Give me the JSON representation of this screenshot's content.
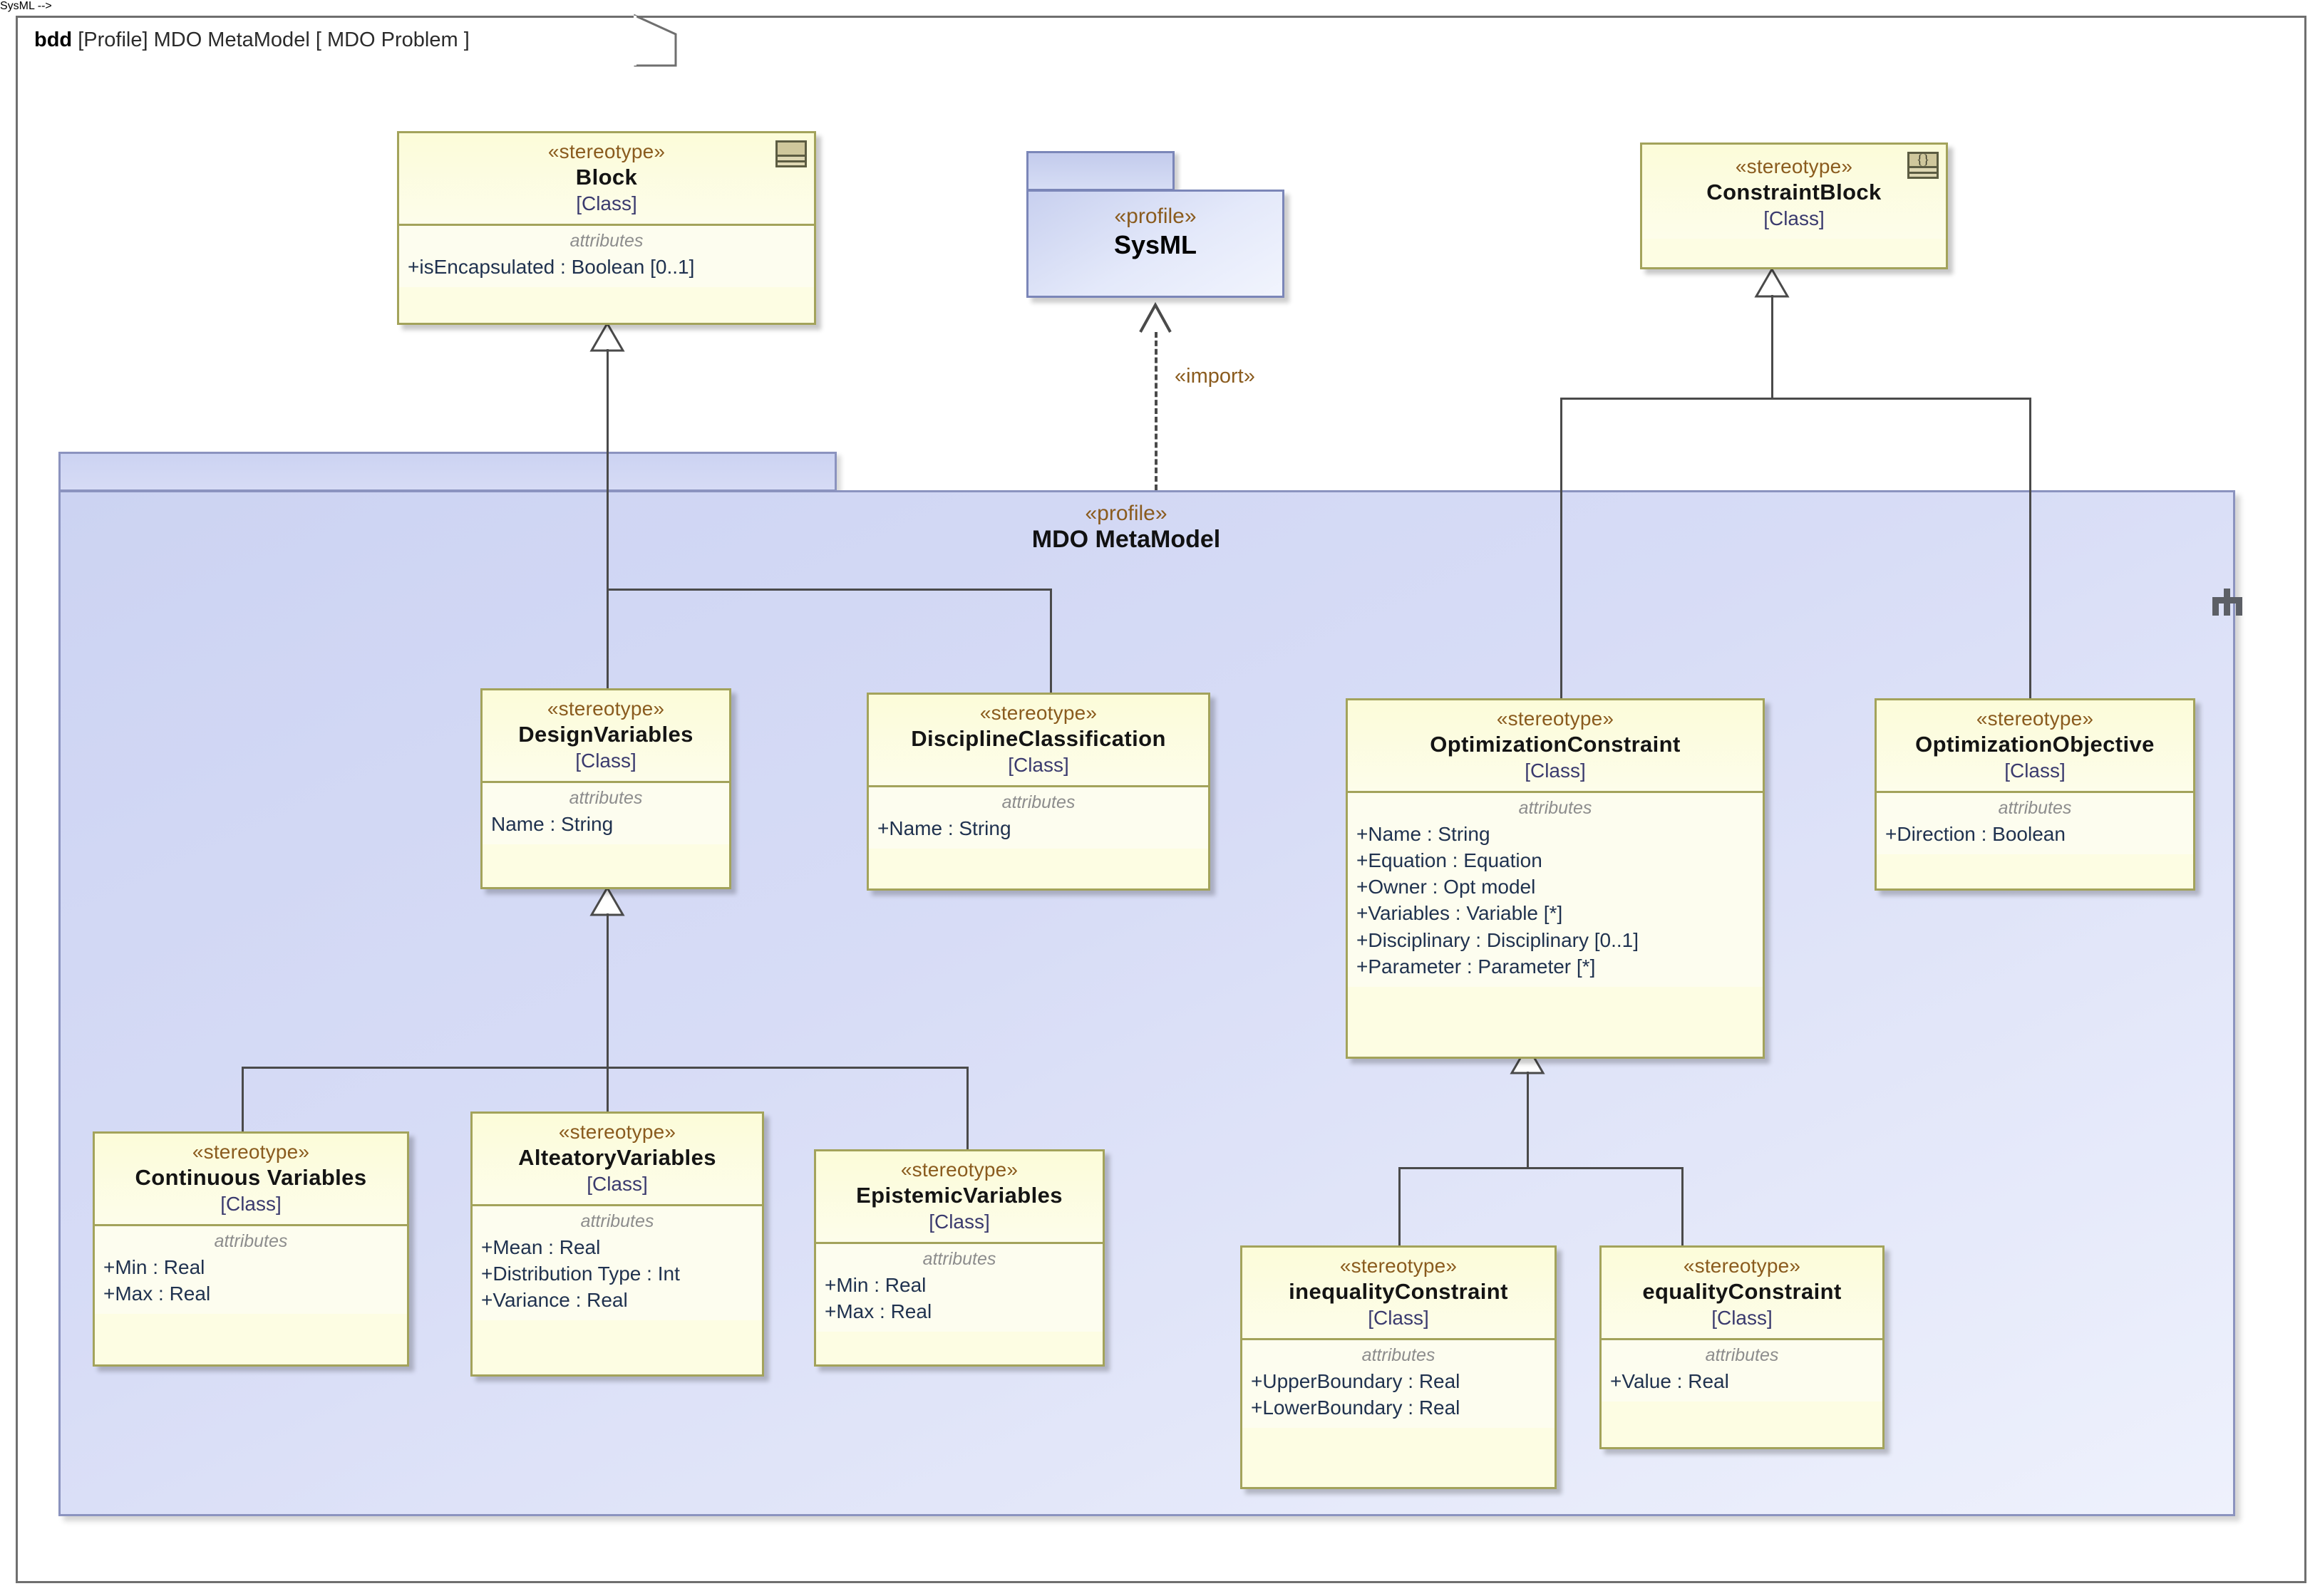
{
  "frame": {
    "kind": "bdd",
    "scope": "[Profile] MDO MetaModel",
    "name": "[ MDO Problem ]"
  },
  "stereotype_keyword": "«stereotype»",
  "profile_keyword": "«profile»",
  "attributes_caption": "attributes",
  "class_meta": "[Class]",
  "packages": {
    "sysml": {
      "keyword": "«profile»",
      "name": "SysML"
    },
    "mdo": {
      "keyword": "«profile»",
      "name": "MDO MetaModel"
    }
  },
  "edges": {
    "import_label": "«import»"
  },
  "classes": [
    {
      "id": "block",
      "keyword": "«stereotype»",
      "name": "Block",
      "meta": "[Class]",
      "icon": "block-icon",
      "attributes_caption": "attributes",
      "attributes": [
        "+isEncapsulated : Boolean [0..1]"
      ]
    },
    {
      "id": "constraint-block",
      "keyword": "«stereotype»",
      "name": "ConstraintBlock",
      "meta": "[Class]",
      "icon": "constraint-block-icon",
      "attributes_caption": "",
      "attributes": []
    },
    {
      "id": "design-variables",
      "keyword": "«stereotype»",
      "name": "DesignVariables",
      "meta": "[Class]",
      "attributes_caption": "attributes",
      "attributes": [
        "Name : String"
      ]
    },
    {
      "id": "discipline-classification",
      "keyword": "«stereotype»",
      "name": "DisciplineClassification",
      "meta": "[Class]",
      "attributes_caption": "attributes",
      "attributes": [
        "+Name : String"
      ]
    },
    {
      "id": "optimization-constraint",
      "keyword": "«stereotype»",
      "name": "OptimizationConstraint",
      "meta": "[Class]",
      "attributes_caption": "attributes",
      "attributes": [
        "+Name : String",
        "+Equation : Equation",
        "+Owner : Opt model",
        "+Variables : Variable [*]",
        "+Disciplinary : Disciplinary [0..1]",
        "+Parameter : Parameter [*]"
      ]
    },
    {
      "id": "optimization-objective",
      "keyword": "«stereotype»",
      "name": "OptimizationObjective",
      "meta": "[Class]",
      "attributes_caption": "attributes",
      "attributes": [
        "+Direction : Boolean"
      ]
    },
    {
      "id": "continuous-variables",
      "keyword": "«stereotype»",
      "name": "Continuous Variables",
      "meta": "[Class]",
      "attributes_caption": "attributes",
      "attributes": [
        "+Min : Real",
        "+Max : Real"
      ]
    },
    {
      "id": "alteatory-variables",
      "keyword": "«stereotype»",
      "name": "AlteatoryVariables",
      "meta": "[Class]",
      "attributes_caption": "attributes",
      "attributes": [
        "+Mean : Real",
        "+Distribution Type : Int",
        "+Variance : Real"
      ]
    },
    {
      "id": "epistemic-variables",
      "keyword": "«stereotype»",
      "name": "EpistemicVariables",
      "meta": "[Class]",
      "attributes_caption": "attributes",
      "attributes": [
        "+Min : Real",
        "+Max : Real"
      ]
    },
    {
      "id": "inequality-constraint",
      "keyword": "«stereotype»",
      "name": "inequalityConstraint",
      "meta": "[Class]",
      "attributes_caption": "attributes",
      "attributes": [
        "+UpperBoundary : Real",
        "+LowerBoundary : Real"
      ]
    },
    {
      "id": "equality-constraint",
      "keyword": "«stereotype»",
      "name": "equalityConstraint",
      "meta": "[Class]",
      "attributes_caption": "attributes",
      "attributes": [
        "+Value : Real"
      ]
    }
  ],
  "colors": {
    "class_fill": "#fdfde3",
    "class_border": "#a3a35b",
    "package_fill": "#d5dbf5",
    "package_border": "#8b93bf",
    "stereotype_text": "#8a5b1e",
    "line": "#4a4a4a"
  }
}
